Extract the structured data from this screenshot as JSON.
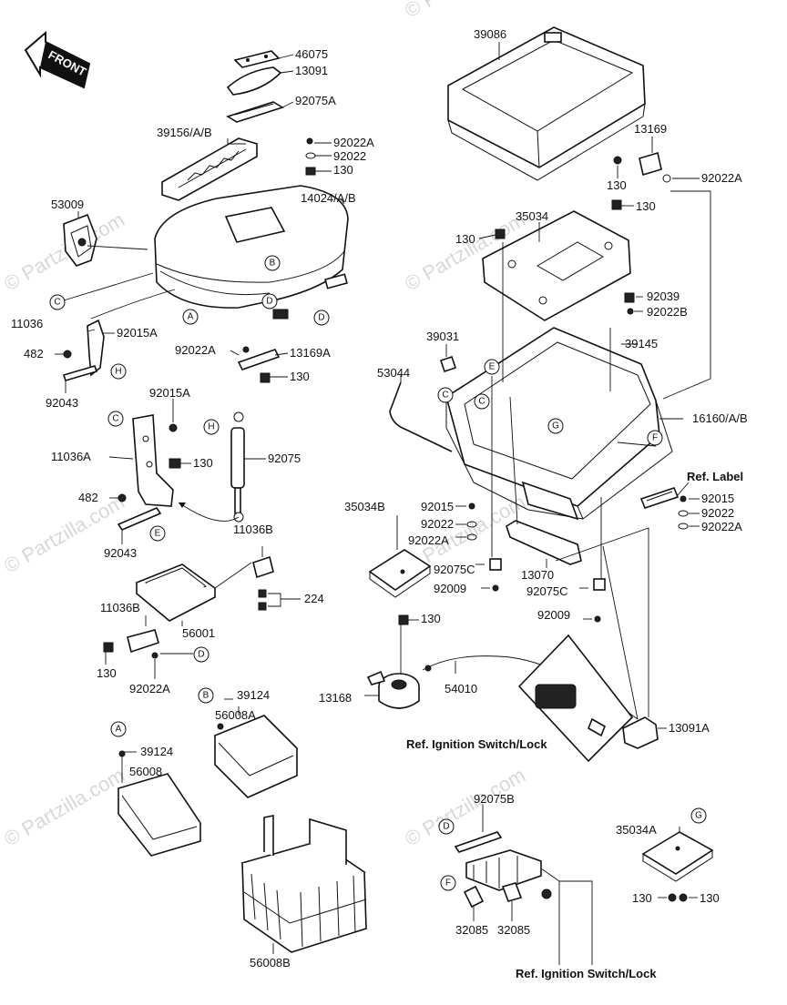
{
  "watermark": {
    "text": "© Partzilla.com"
  },
  "front_arrow": {
    "label": "FRONT"
  },
  "labels": {
    "p46075": "46075",
    "p13091": "13091",
    "p92075A": "92075A",
    "p39156AB": "39156/A/B",
    "p92022A_1": "92022A",
    "p92022_1": "92022",
    "p130_1": "130",
    "p14024AB": "14024/A/B",
    "p53009": "53009",
    "p11036": "11036",
    "p92015A_1": "92015A",
    "p482_1": "482",
    "p92043_1": "92043",
    "p92022A_2": "92022A",
    "p13169A": "13169A",
    "p130_2": "130",
    "p92015A_2": "92015A",
    "p11036A": "11036A",
    "p130_3": "130",
    "p92075": "92075",
    "p482_2": "482",
    "p92043_2": "92043",
    "p11036B_1": "11036B",
    "p224": "224",
    "p11036B_2": "11036B",
    "p56001": "56001",
    "p130_4": "130",
    "p92022A_3": "92022A",
    "p39124_1": "39124",
    "p56008A": "56008A",
    "p39124_2": "39124",
    "p56008": "56008",
    "p56008B": "56008B",
    "p39086": "39086",
    "p13169": "13169",
    "p130_5": "130",
    "p92022A_4": "92022A",
    "p130_6": "130",
    "p130_7": "130",
    "p35034": "35034",
    "p92039": "92039",
    "p92022B": "92022B",
    "p39031": "39031",
    "p39145": "39145",
    "p53044": "53044",
    "p16160AB": "16160/A/B",
    "p35034B": "35034B",
    "p92015_1": "92015",
    "p92022_2": "92022",
    "p92022A_5": "92022A",
    "p92075C_1": "92075C",
    "p92009_1": "92009",
    "p13070": "13070",
    "p92075C_2": "92075C",
    "p92009_2": "92009",
    "p130_8": "130",
    "p92015_2": "92015",
    "p92022_3": "92022",
    "p92022A_6": "92022A",
    "p13168": "13168",
    "p54010": "54010",
    "p13091A": "13091A",
    "p92075B": "92075B",
    "p35034A": "35034A",
    "p130_9": "130",
    "p130_10": "130",
    "p32085_1": "32085",
    "p32085_2": "32085",
    "ref_label": "Ref. Label",
    "ref_ignition_1": "Ref. Ignition Switch/Lock",
    "ref_ignition_2": "Ref. Ignition Switch/Lock"
  },
  "callouts": {
    "A": "A",
    "B": "B",
    "C": "C",
    "D": "D",
    "E": "E",
    "F": "F",
    "G": "G",
    "H": "H"
  }
}
